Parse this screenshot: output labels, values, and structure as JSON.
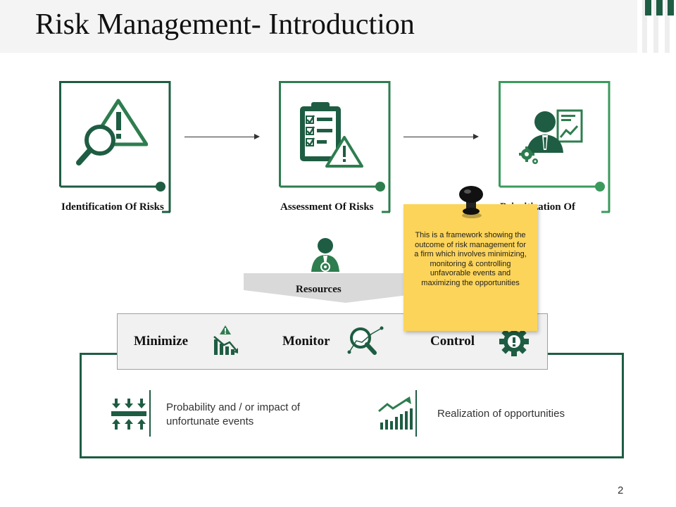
{
  "title": "Risk Management- Introduction",
  "stages": [
    {
      "label": "Identification Of Risks",
      "icon": "magnifier-warning-icon"
    },
    {
      "label": "Assessment Of Risks",
      "icon": "clipboard-checklist-warning-icon"
    },
    {
      "label": "Prioritization Of",
      "icon": "person-chart-gear-icon"
    }
  ],
  "resources": {
    "label": "Resources",
    "icon": "person-gear-icon"
  },
  "actions": [
    {
      "label": "Minimize",
      "icon": "bar-chart-down-warning-icon"
    },
    {
      "label": "Monitor",
      "icon": "magnifier-graph-icon"
    },
    {
      "label": "Control",
      "icon": "gear-alert-icon"
    }
  ],
  "outcomes": [
    {
      "text": "Probability and / or impact of unfortunate  events",
      "icon": "arrows-compress-icon"
    },
    {
      "text": "Realization of opportunities",
      "icon": "growth-chart-icon"
    }
  ],
  "note": {
    "text": "This is a framework showing the outcome of risk management for a firm which involves minimizing, monitoring & controlling unfavorable events and maximizing the opportunities",
    "icon": "pushpin-icon"
  },
  "page_number": "2",
  "colors": {
    "dark_green": "#1e5d43",
    "mid_green": "#2e7d4f",
    "light_green": "#3a9a5c",
    "note_yellow": "#fcd45a"
  }
}
